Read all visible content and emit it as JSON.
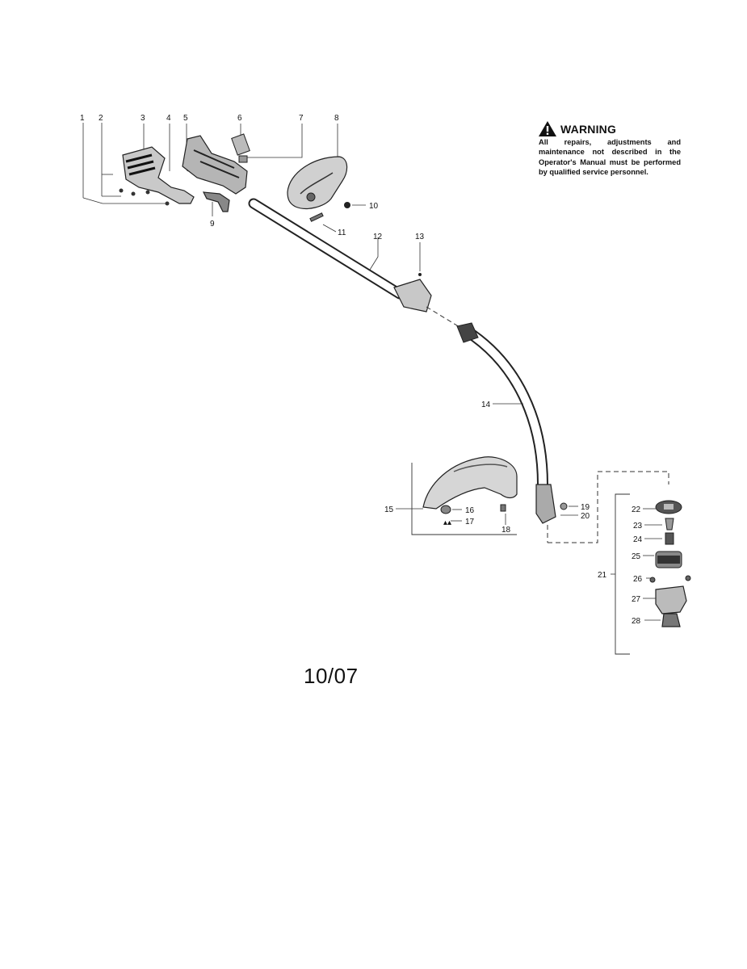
{
  "warning": {
    "title": "WARNING",
    "text": "All repairs, adjustments and maintenance not described in the Operator's Manual must be performed by qualified service personnel."
  },
  "date_code": "10/07",
  "callouts": [
    "1",
    "2",
    "3",
    "4",
    "5",
    "6",
    "7",
    "8",
    "9",
    "10",
    "11",
    "12",
    "13",
    "14",
    "15",
    "16",
    "17",
    "18",
    "19",
    "20",
    "21",
    "22",
    "23",
    "24",
    "25",
    "26",
    "27",
    "28"
  ]
}
